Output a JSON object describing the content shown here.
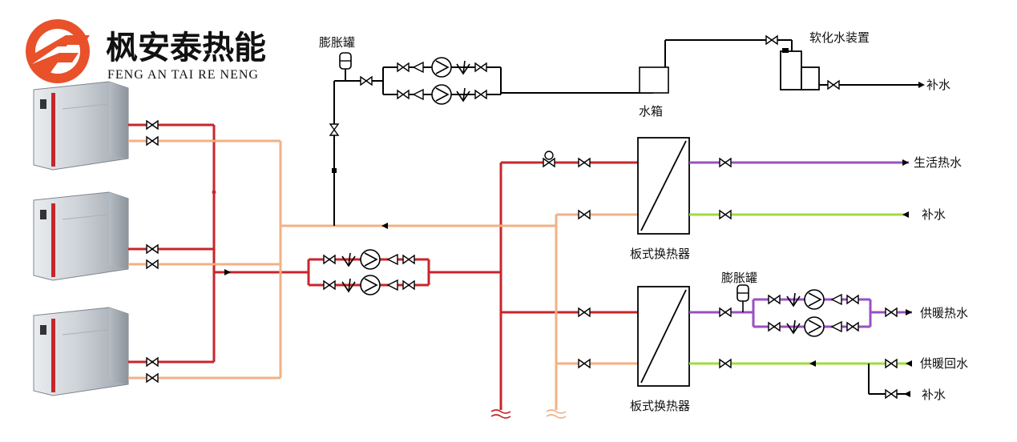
{
  "brand": {
    "name_cn": "枫安泰热能",
    "name_en": "FENG AN TAI RE NENG",
    "logo_color": "#e8512a",
    "logo_icon": "stylized-F-circle-icon"
  },
  "labels": {
    "expansion_tank_top": "膨胀罐",
    "softener": "软化水装置",
    "makeup_top": "补水",
    "water_tank": "水箱",
    "domestic_hot_water": "生活热水",
    "makeup_mid": "补水",
    "plate_hx_top": "板式换热器",
    "expansion_tank_bottom": "膨胀罐",
    "heating_supply": "供暖热水",
    "heating_return": "供暖回水",
    "makeup_bottom": "补水",
    "plate_hx_bottom": "板式换热器"
  },
  "colors": {
    "hot_pipe": "#c8252b",
    "cold_pipe": "#f2b183",
    "domestic_pipe": "#9b4fc2",
    "return_pipe": "#9edc3e",
    "black_pipe": "#000000"
  },
  "icons": [
    "valve-icon",
    "check-valve-icon",
    "pump-icon",
    "filter-icon",
    "expansion-tank-icon",
    "heat-exchanger-icon",
    "heat-pump-unit-icon",
    "water-tank-icon",
    "softener-icon",
    "wavy-break-icon"
  ]
}
